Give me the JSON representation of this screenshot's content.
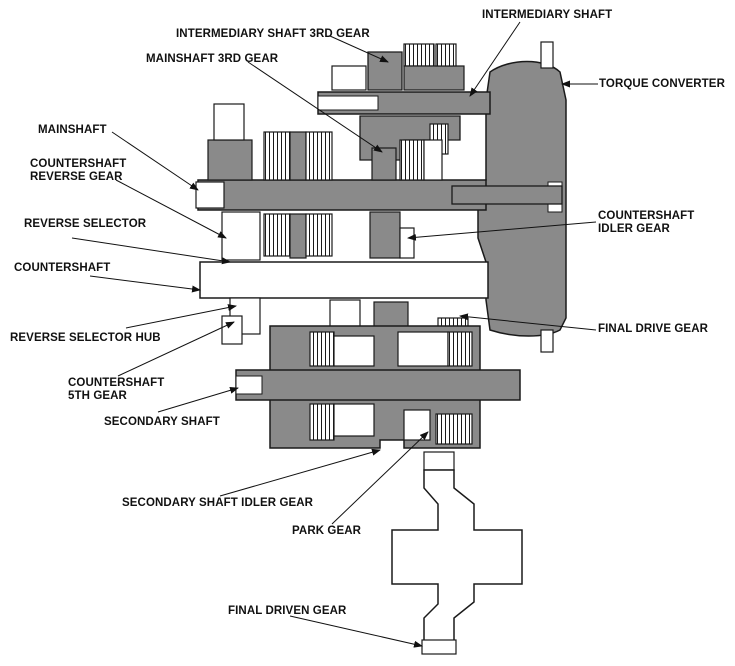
{
  "colors": {
    "shaft_fill": "#8a8a8a",
    "gear_fill": "#ffffff",
    "stroke": "#1a1a1a",
    "ink": "#111111"
  },
  "labels": {
    "intermediary_shaft_3rd_gear": "INTERMEDIARY SHAFT 3RD GEAR",
    "intermediary_shaft": "INTERMEDIARY SHAFT",
    "mainshaft_3rd_gear": "MAINSHAFT 3RD GEAR",
    "torque_converter": "TORQUE CONVERTER",
    "mainshaft": "MAINSHAFT",
    "countershaft_reverse_gear_line1": "COUNTERSHAFT",
    "countershaft_reverse_gear_line2": "REVERSE GEAR",
    "reverse_selector": "REVERSE SELECTOR",
    "countershaft_idler_gear_line1": "COUNTERSHAFT",
    "countershaft_idler_gear_line2": "IDLER GEAR",
    "countershaft": "COUNTERSHAFT",
    "reverse_selector_hub": "REVERSE SELECTOR HUB",
    "final_drive_gear": "FINAL DRIVE GEAR",
    "countershaft_5th_gear_line1": "COUNTERSHAFT",
    "countershaft_5th_gear_line2": "5TH GEAR",
    "secondary_shaft": "SECONDARY SHAFT",
    "secondary_shaft_idler_gear": "SECONDARY SHAFT IDLER GEAR",
    "park_gear": "PARK GEAR",
    "final_driven_gear": "FINAL DRIVEN GEAR"
  }
}
